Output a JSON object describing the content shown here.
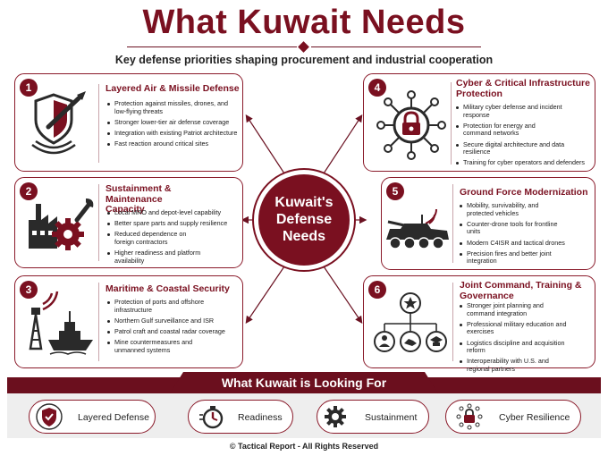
{
  "header": {
    "title": "What Kuwait Needs",
    "subtitle": "Key defense priorities shaping procurement and industrial cooperation"
  },
  "hub": {
    "lines": [
      "Kuwait's",
      "Defense",
      "Needs"
    ]
  },
  "cards": [
    {
      "number": "1",
      "title": "Layered Air & Missile Defense",
      "icon": "missile-shield-icon",
      "bullets": [
        "Protection against missiles, drones, and low-flying threats",
        "Stronger lower-tier air defense coverage",
        "Integration with existing Patriot architecture",
        "Fast reaction around critical sites"
      ]
    },
    {
      "number": "2",
      "title": "Sustainment & Maintenance Capacity",
      "icon": "factory-gear-wrench-icon",
      "bullets": [
        "Local MRO and depot-level capability",
        "Better spare parts and supply resilience",
        "Reduced dependence on foreign contractors",
        "Higher readiness and platform availability"
      ]
    },
    {
      "number": "3",
      "title": "Maritime & Coastal Security",
      "icon": "ship-radar-tower-icon",
      "bullets": [
        "Protection of ports and offshore infrastructure",
        "Northern Gulf surveillance and ISR",
        "Patrol craft and coastal radar coverage",
        "Mine countermeasures and unmanned systems"
      ]
    },
    {
      "number": "4",
      "title": "Cyber & Critical Infrastructure Protection",
      "icon": "network-lock-icon",
      "bullets": [
        "Military cyber defense and incident response",
        "Protection for energy and command networks",
        "Secure digital architecture and data resilience",
        "Training for cyber operators and defenders"
      ]
    },
    {
      "number": "5",
      "title": "Ground Force Modernization",
      "icon": "armored-vehicle-icon",
      "bullets": [
        "Mobility, survivability, and protected vehicles",
        "Counter-drone tools for frontline units",
        "Modern C4ISR and tactical drones",
        "Precision fires and better joint integration"
      ]
    },
    {
      "number": "6",
      "title": "Joint Command, Training & Governance",
      "icon": "command-hierarchy-icon",
      "bullets": [
        "Stronger joint planning and command integration",
        "Professional military education and exercises",
        "Logistics discipline and acquisition reform",
        "Interoperability with U.S. and regional partners"
      ]
    }
  ],
  "looking_for": {
    "heading": "What Kuwait is Looking For",
    "items": [
      {
        "label": "Layered Defense",
        "icon": "shield-check-icon"
      },
      {
        "label": "Readiness",
        "icon": "stopwatch-icon"
      },
      {
        "label": "Sustainment",
        "icon": "gear-icon"
      },
      {
        "label": "Cyber Resilience",
        "icon": "lock-network-icon"
      }
    ]
  },
  "footer": "© Tactical Report - All Rights Reserved",
  "colors": {
    "accent": "#7a1020",
    "border": "#8a1a2a",
    "band": "#eeeeee"
  }
}
